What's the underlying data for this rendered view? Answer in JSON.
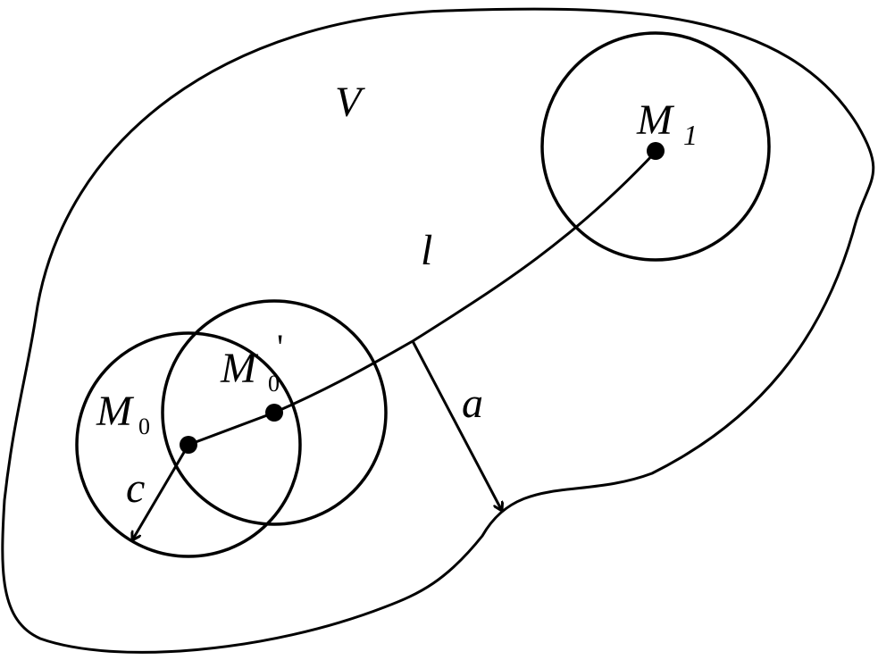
{
  "labels": {
    "region": "V",
    "curve": "l",
    "m0_main": "M",
    "m0_sub": "0",
    "m0p_main": "M",
    "m0p_sub": "0",
    "m0p_prime": "'",
    "m1_main": "M",
    "m1_sub": "1",
    "radius_c": "c",
    "distance_a": "a"
  },
  "colors": {
    "stroke": "#000000",
    "background": "#ffffff"
  }
}
